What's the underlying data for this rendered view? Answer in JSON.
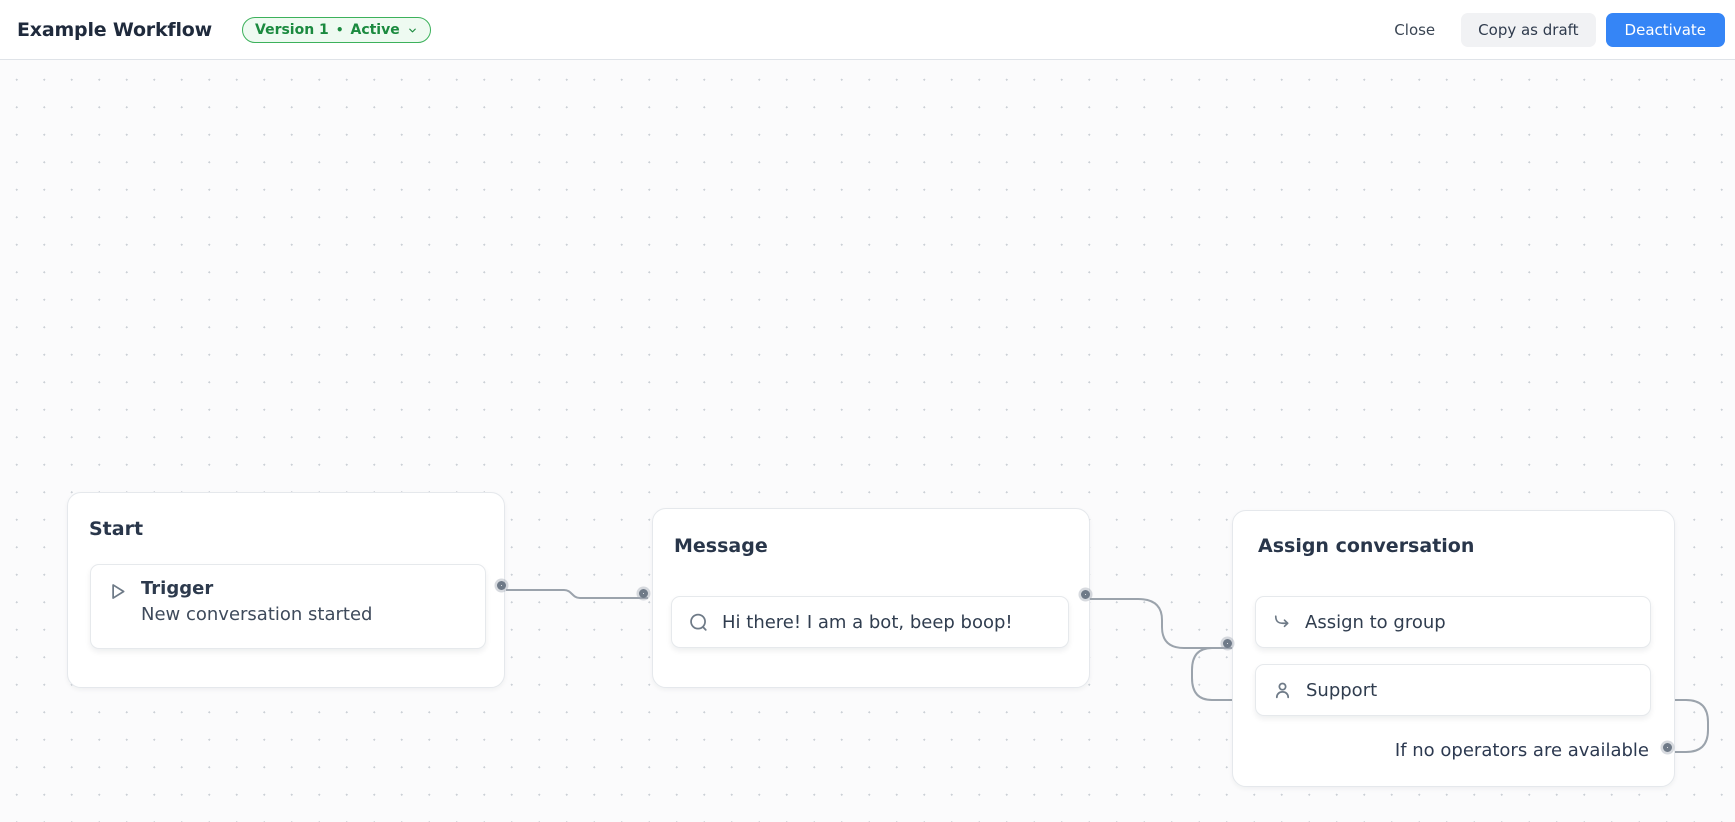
{
  "header": {
    "title": "Example Workflow",
    "version_badge": {
      "version": "Version 1",
      "separator": "•",
      "status": "Active"
    },
    "close_label": "Close",
    "copy_as_draft_label": "Copy as draft",
    "deactivate_label": "Deactivate"
  },
  "canvas": {
    "nodes": {
      "start": {
        "title": "Start",
        "trigger": {
          "icon": "play-icon",
          "title": "Trigger",
          "subtitle": "New conversation started"
        }
      },
      "message": {
        "title": "Message",
        "row": {
          "icon": "chat-bubble-icon",
          "text": "Hi there! I am a bot, beep boop!"
        }
      },
      "assign": {
        "title": "Assign conversation",
        "rows": [
          {
            "icon": "assign-arrow-icon",
            "label": "Assign to group"
          },
          {
            "icon": "user-icon",
            "label": "Support"
          }
        ],
        "fallback_label": "If no operators are available"
      }
    }
  },
  "colors": {
    "accent_blue": "#3585f6",
    "badge_text_green": "#1b8a3f",
    "badge_border_green": "#3cb15b",
    "badge_bg_green": "#eefaf1",
    "connector_line_gray": "#9ba3ac",
    "port_ring_gray": "#6f7a88"
  }
}
